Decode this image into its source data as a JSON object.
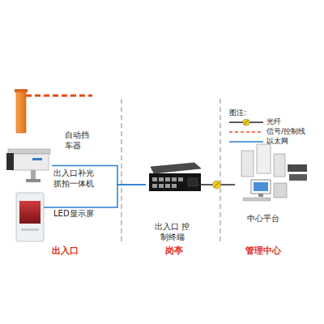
{
  "diagram": {
    "nodes": [
      {
        "text": [
          "自动挡 车器"
        ]
      },
      {
        "text": [
          "出入口补光 抓拍一体机"
        ]
      },
      {
        "text": [
          "LED显示屏"
        ]
      },
      {
        "text": [
          "出入口 控制终端"
        ]
      },
      {
        "text": [
          "中心平台"
        ]
      }
    ],
    "edges": [
      {
        "from": 1,
        "to": 3,
        "arrow": "none"
      },
      {
        "from": 2,
        "to": 3,
        "arrow": "none"
      },
      {
        "from": 3,
        "to": 4,
        "arrow": "none"
      }
    ],
    "labels": [
      "出入口",
      "岗亭",
      "管理中心",
      "图注:"
    ],
    "legend": [
      {
        "text": "光纤"
      },
      {
        "text": "信号/控制线"
      },
      {
        "text": "以太网"
      }
    ]
  }
}
